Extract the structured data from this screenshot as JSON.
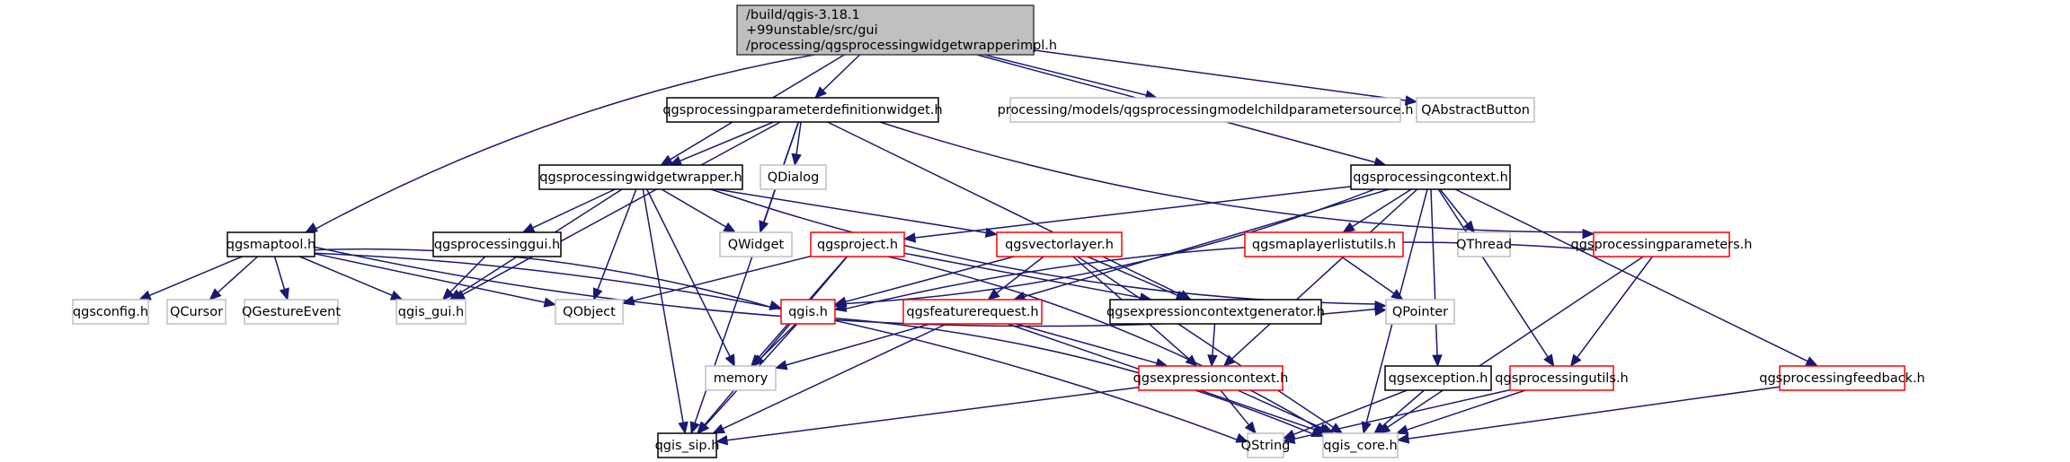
{
  "graph": {
    "title": "Include dependency graph for qgsprocessingwidgetwrapperimpl.h",
    "legend": {
      "root_fill": "#bfbfbf",
      "documented_border": "#000000",
      "undocumented_border": "#ff0000",
      "external_border": "#bfbfbf",
      "edge_color": "#191970"
    },
    "nodes": [
      {
        "id": "root",
        "kind": "root",
        "lines": [
          "/build/qgis-3.18.1",
          "+99unstable/src/gui",
          "/processing/qgsprocessingwidgetwrapperimpl.h"
        ]
      },
      {
        "id": "paramdefwidget",
        "kind": "doc",
        "lines": [
          "qgsprocessingparameterdefinitionwidget.h"
        ]
      },
      {
        "id": "modelchildparamsource",
        "kind": "ext",
        "lines": [
          "processing/models/qgsprocessingmodelchildparametersource.h"
        ]
      },
      {
        "id": "qabstractbutton",
        "kind": "ext",
        "lines": [
          "QAbstractButton"
        ]
      },
      {
        "id": "widgetwrapper",
        "kind": "doc",
        "lines": [
          "qgsprocessingwidgetwrapper.h"
        ]
      },
      {
        "id": "qdialog",
        "kind": "ext",
        "lines": [
          "QDialog"
        ]
      },
      {
        "id": "context",
        "kind": "doc",
        "lines": [
          "qgsprocessingcontext.h"
        ]
      },
      {
        "id": "maptool",
        "kind": "doc",
        "lines": [
          "qgsmaptool.h"
        ]
      },
      {
        "id": "processinggui",
        "kind": "doc",
        "lines": [
          "qgsprocessinggui.h"
        ]
      },
      {
        "id": "qwidget",
        "kind": "ext",
        "lines": [
          "QWidget"
        ]
      },
      {
        "id": "project",
        "kind": "red",
        "lines": [
          "qgsproject.h"
        ]
      },
      {
        "id": "vectorlayer",
        "kind": "red",
        "lines": [
          "qgsvectorlayer.h"
        ]
      },
      {
        "id": "maplayerlistutils",
        "kind": "red",
        "lines": [
          "qgsmaplayerlistutils.h"
        ]
      },
      {
        "id": "qthread",
        "kind": "ext",
        "lines": [
          "QThread"
        ]
      },
      {
        "id": "parameters",
        "kind": "red",
        "lines": [
          "qgsprocessingparameters.h"
        ]
      },
      {
        "id": "qgsconfig",
        "kind": "ext",
        "lines": [
          "qgsconfig.h"
        ]
      },
      {
        "id": "qcursor",
        "kind": "ext",
        "lines": [
          "QCursor"
        ]
      },
      {
        "id": "qgestureevent",
        "kind": "ext",
        "lines": [
          "QGestureEvent"
        ]
      },
      {
        "id": "qgis_gui",
        "kind": "ext",
        "lines": [
          "qgis_gui.h"
        ]
      },
      {
        "id": "qobject",
        "kind": "ext",
        "lines": [
          "QObject"
        ]
      },
      {
        "id": "qgis",
        "kind": "red",
        "lines": [
          "qgis.h"
        ]
      },
      {
        "id": "featurerequest",
        "kind": "red",
        "lines": [
          "qgsfeaturerequest.h"
        ]
      },
      {
        "id": "exprctxgenerator",
        "kind": "doc",
        "lines": [
          "qgsexpressioncontextgenerator.h"
        ]
      },
      {
        "id": "qpointer",
        "kind": "ext",
        "lines": [
          "QPointer"
        ]
      },
      {
        "id": "memory",
        "kind": "ext",
        "lines": [
          "memory"
        ]
      },
      {
        "id": "exprcontext",
        "kind": "red",
        "lines": [
          "qgsexpressioncontext.h"
        ]
      },
      {
        "id": "exception",
        "kind": "doc",
        "lines": [
          "qgsexception.h"
        ]
      },
      {
        "id": "processingutils",
        "kind": "red",
        "lines": [
          "qgsprocessingutils.h"
        ]
      },
      {
        "id": "feedback",
        "kind": "red",
        "lines": [
          "qgsprocessingfeedback.h"
        ]
      },
      {
        "id": "qgis_sip",
        "kind": "doc",
        "lines": [
          "qgis_sip.h"
        ]
      },
      {
        "id": "qstring",
        "kind": "ext",
        "lines": [
          "QString"
        ]
      },
      {
        "id": "qgis_core",
        "kind": "ext",
        "lines": [
          "qgis_core.h"
        ]
      }
    ],
    "edges": [
      [
        "root",
        "paramdefwidget"
      ],
      [
        "root",
        "modelchildparamsource"
      ],
      [
        "root",
        "qabstractbutton"
      ],
      [
        "root",
        "widgetwrapper"
      ],
      [
        "root",
        "context"
      ],
      [
        "root",
        "maptool"
      ],
      [
        "paramdefwidget",
        "widgetwrapper"
      ],
      [
        "paramdefwidget",
        "qdialog"
      ],
      [
        "paramdefwidget",
        "qwidget"
      ],
      [
        "paramdefwidget",
        "qgis_gui"
      ],
      [
        "paramdefwidget",
        "qgis_sip"
      ],
      [
        "paramdefwidget",
        "parameters"
      ],
      [
        "paramdefwidget",
        "exprctxgenerator"
      ],
      [
        "widgetwrapper",
        "processinggui"
      ],
      [
        "widgetwrapper",
        "qwidget"
      ],
      [
        "widgetwrapper",
        "qgis_gui"
      ],
      [
        "widgetwrapper",
        "qobject"
      ],
      [
        "widgetwrapper",
        "memory"
      ],
      [
        "widgetwrapper",
        "vectorlayer"
      ],
      [
        "widgetwrapper",
        "qpointer"
      ],
      [
        "widgetwrapper",
        "qgis_sip"
      ],
      [
        "context",
        "project"
      ],
      [
        "context",
        "maplayerlistutils"
      ],
      [
        "context",
        "qthread"
      ],
      [
        "context",
        "qgis"
      ],
      [
        "context",
        "featurerequest"
      ],
      [
        "context",
        "exprcontext"
      ],
      [
        "context",
        "exception"
      ],
      [
        "context",
        "processingutils"
      ],
      [
        "context",
        "feedback"
      ],
      [
        "context",
        "qgis_core"
      ],
      [
        "maptool",
        "qgsconfig"
      ],
      [
        "maptool",
        "qcursor"
      ],
      [
        "maptool",
        "qgestureevent"
      ],
      [
        "maptool",
        "qgis_gui"
      ],
      [
        "maptool",
        "qobject"
      ],
      [
        "maptool",
        "qgis"
      ],
      [
        "maptool",
        "qpointer"
      ],
      [
        "maptool",
        "qstring"
      ],
      [
        "processinggui",
        "qgis_gui"
      ],
      [
        "project",
        "qobject"
      ],
      [
        "project",
        "memory"
      ],
      [
        "project",
        "qgis_sip"
      ],
      [
        "project",
        "exprctxgenerator"
      ],
      [
        "project",
        "qgis_core"
      ],
      [
        "vectorlayer",
        "qgis"
      ],
      [
        "vectorlayer",
        "featurerequest"
      ],
      [
        "vectorlayer",
        "exprctxgenerator"
      ],
      [
        "vectorlayer",
        "exprcontext"
      ],
      [
        "vectorlayer",
        "qgis_core"
      ],
      [
        "maplayerlistutils",
        "qpointer"
      ],
      [
        "parameters",
        "qgis"
      ],
      [
        "parameters",
        "processingutils"
      ],
      [
        "parameters",
        "qgis_core"
      ],
      [
        "qgis",
        "memory"
      ],
      [
        "qgis",
        "qgis_sip"
      ],
      [
        "qgis",
        "qgis_core"
      ],
      [
        "featurerequest",
        "memory"
      ],
      [
        "featurerequest",
        "qgis_sip"
      ],
      [
        "featurerequest",
        "exprcontext"
      ],
      [
        "featurerequest",
        "qgis_core"
      ],
      [
        "exprctxgenerator",
        "exprcontext"
      ],
      [
        "exprcontext",
        "qgis_sip"
      ],
      [
        "exprcontext",
        "qstring"
      ],
      [
        "exprcontext",
        "qgis_core"
      ],
      [
        "exception",
        "qstring"
      ],
      [
        "exception",
        "qgis_core"
      ],
      [
        "processingutils",
        "qstring"
      ],
      [
        "processingutils",
        "qgis_core"
      ],
      [
        "feedback",
        "qgis_core"
      ]
    ]
  }
}
